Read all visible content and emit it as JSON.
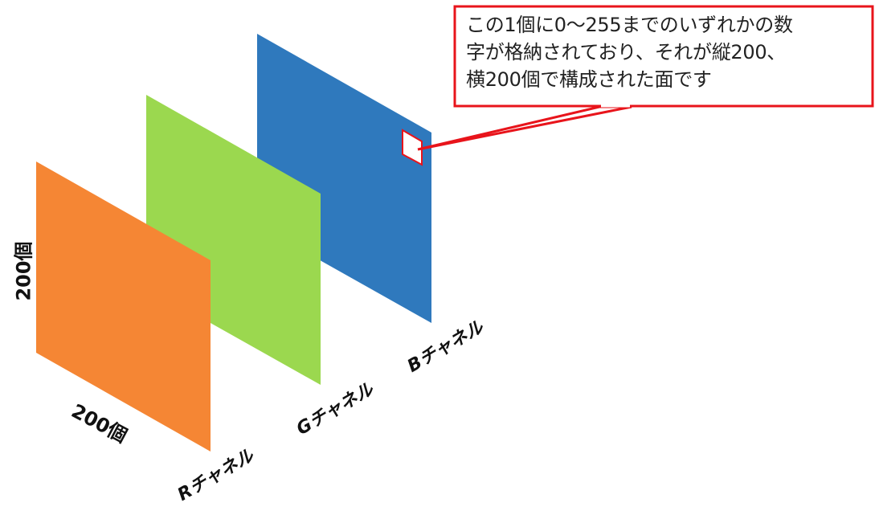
{
  "callout": {
    "text": "この1個に0〜255までのいずれかの数\n字が格納されており、それが縦200、\n横200個で構成された面です",
    "border_color": "#e8141b"
  },
  "channels": {
    "r": {
      "label": "Rチャネル",
      "color": "#f58634"
    },
    "g": {
      "label": "Gチャネル",
      "color": "#9bd84f"
    },
    "b": {
      "label": "Bチャネル",
      "color": "#2f79bd"
    }
  },
  "dimensions": {
    "height_label": "200個",
    "width_label": "200個"
  }
}
